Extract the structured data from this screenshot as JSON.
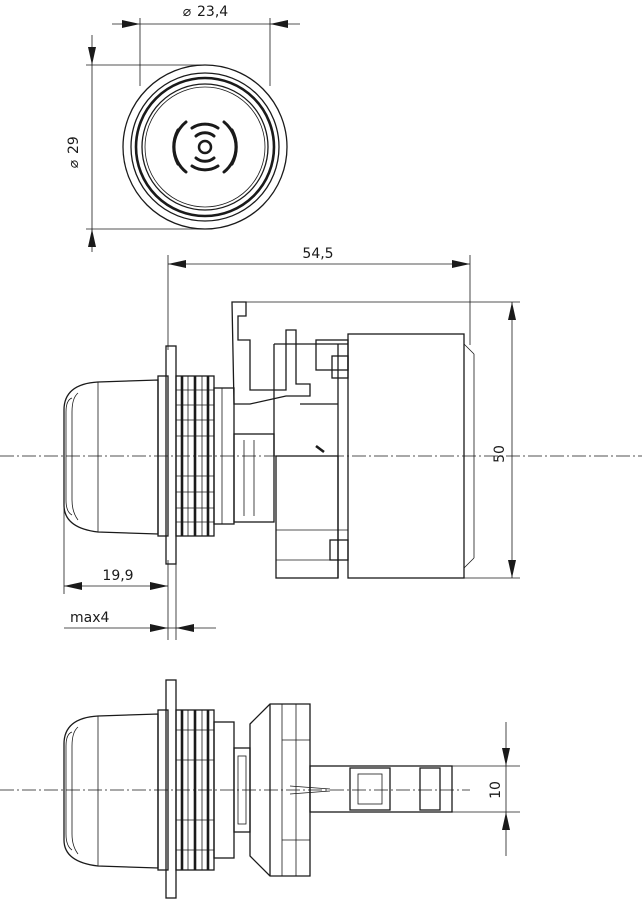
{
  "dimensions": {
    "front_width": "23,4",
    "front_height": "29",
    "diameter_symbol": "⌀",
    "overall_length": "54,5",
    "body_height": "50",
    "front_depth": "19,9",
    "panel_thickness": "max4",
    "shaft_width": "10"
  }
}
